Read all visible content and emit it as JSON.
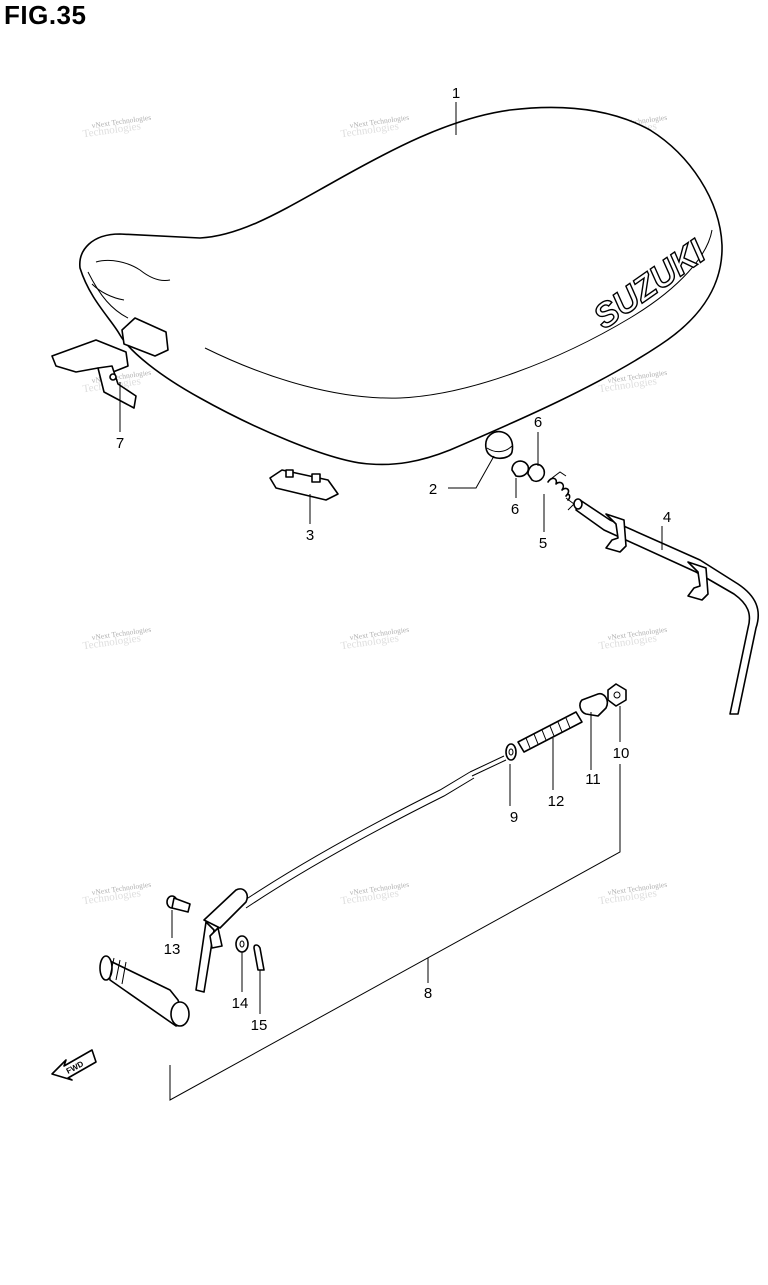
{
  "figure": {
    "title": "FIG.35",
    "brand_marking": "SUZUKI",
    "fwd_marking": "FWD"
  },
  "watermark": {
    "line1": "vNext Technologies",
    "line2": "Technologies"
  },
  "callouts": [
    {
      "id": "1",
      "label": "1"
    },
    {
      "id": "2",
      "label": "2"
    },
    {
      "id": "3",
      "label": "3"
    },
    {
      "id": "4",
      "label": "4"
    },
    {
      "id": "5",
      "label": "5"
    },
    {
      "id": "6a",
      "label": "6"
    },
    {
      "id": "6b",
      "label": "6"
    },
    {
      "id": "7",
      "label": "7"
    },
    {
      "id": "8",
      "label": "8"
    },
    {
      "id": "9",
      "label": "9"
    },
    {
      "id": "10",
      "label": "10"
    },
    {
      "id": "11",
      "label": "11"
    },
    {
      "id": "12",
      "label": "12"
    },
    {
      "id": "13",
      "label": "13"
    },
    {
      "id": "14",
      "label": "14"
    },
    {
      "id": "15",
      "label": "15"
    }
  ]
}
